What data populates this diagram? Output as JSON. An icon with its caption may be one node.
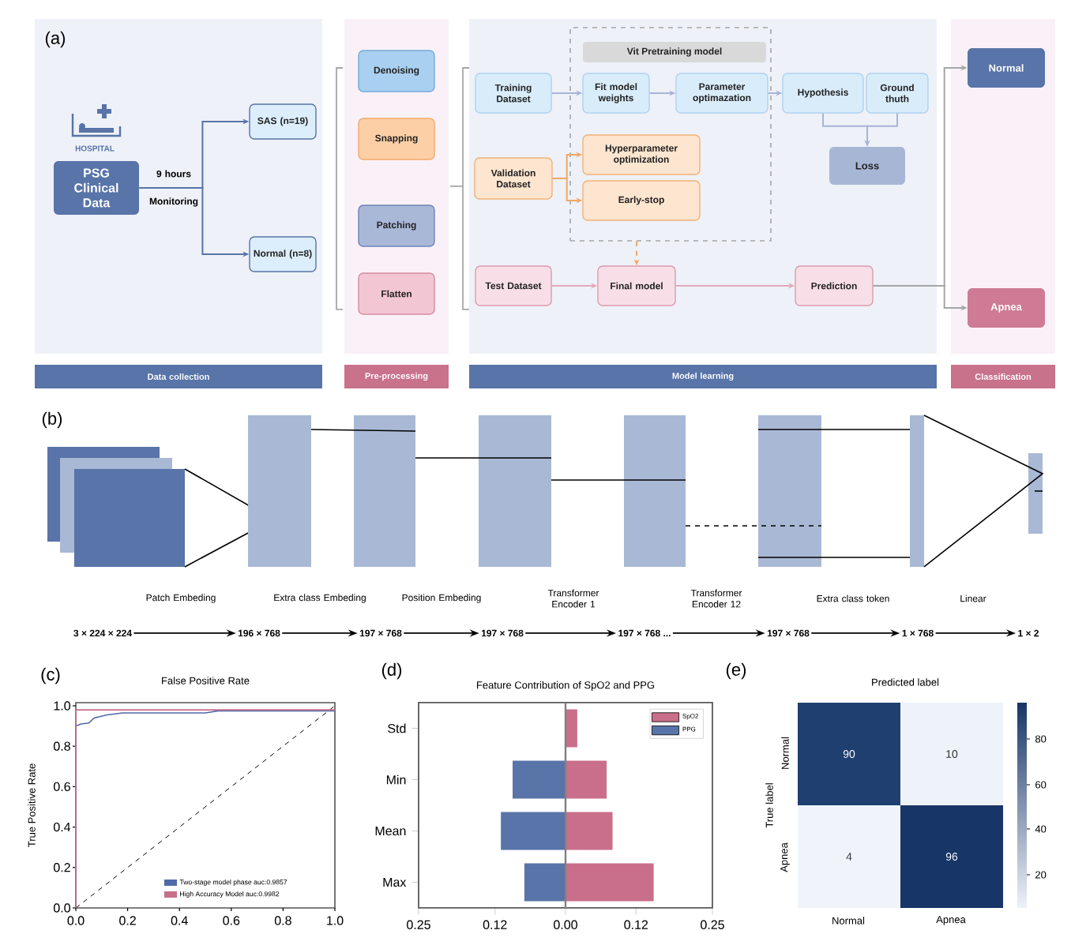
{
  "diagram": {
    "nodes": [
      {
        "text": [
          "PSG Clinical Data"
        ]
      },
      {
        "text": [
          "SAS (n=19)"
        ]
      },
      {
        "text": [
          "Normal (n=8)"
        ]
      },
      {
        "text": [
          "Denoising"
        ]
      },
      {
        "text": [
          "Snapping"
        ]
      },
      {
        "text": [
          "Patching"
        ]
      },
      {
        "text": [
          "Flatten"
        ]
      },
      {
        "text": [
          "Vit Pretraining model"
        ]
      },
      {
        "text": [
          "Training Dataset"
        ]
      },
      {
        "text": [
          "Fit model weights"
        ],
        "in": 7
      },
      {
        "text": [
          "Parameter optimazation"
        ],
        "in": 7
      },
      {
        "text": [
          "Hypothesis"
        ]
      },
      {
        "text": [
          "Ground thuth"
        ]
      },
      {
        "text": [
          "Validation Dataset"
        ]
      },
      {
        "text": [
          "Hyperparameter optimization"
        ],
        "in": 7
      },
      {
        "text": [
          "Loss"
        ]
      },
      {
        "text": [
          "Early-stop"
        ],
        "in": 7
      },
      {
        "text": [
          "Test Dataset"
        ]
      },
      {
        "text": [
          "Final model"
        ]
      },
      {
        "text": [
          "Prediction"
        ]
      },
      {
        "text": [
          "Normal"
        ]
      },
      {
        "text": [
          "Apnea"
        ]
      },
      {
        "text": [
          "Data collection"
        ]
      },
      {
        "text": [
          "Pre-processing"
        ]
      },
      {
        "text": [
          "Model learning"
        ]
      },
      {
        "text": [
          "Classification"
        ]
      },
      {
        "text": [
          "3 × 224 × 224"
        ]
      },
      {
        "text": [
          "196 × 768"
        ]
      },
      {
        "text": [
          "197 × 768"
        ]
      },
      {
        "text": [
          "197 × 768"
        ]
      },
      {
        "text": [
          "197 × 768 ..."
        ]
      },
      {
        "text": [
          "197 × 768"
        ]
      },
      {
        "text": [
          "1 × 768"
        ]
      },
      {
        "text": [
          "1 × 2"
        ]
      }
    ],
    "edges": [
      {
        "from": 0,
        "to": 1,
        "arrow": "to",
        "label": "9 hours",
        "color": "#5874a8"
      },
      {
        "from": 0,
        "to": 2,
        "arrow": "to",
        "label": "Monitoring",
        "color": "#5874a8"
      },
      {
        "from": 8,
        "to": 9,
        "arrow": "to",
        "color": "#a8b3d8"
      },
      {
        "from": 9,
        "to": 10,
        "arrow": "to",
        "color": "#a8b3d8"
      },
      {
        "from": 10,
        "to": 11,
        "arrow": "to",
        "color": "#a8b3d8"
      },
      {
        "from": 11,
        "to": 15,
        "arrow": "to",
        "color": "#a8b3d8"
      },
      {
        "from": 12,
        "to": 15,
        "arrow": "to",
        "color": "#a8b3d8"
      },
      {
        "from": 13,
        "to": 14,
        "arrow": "to",
        "color": "#f2a766"
      },
      {
        "from": 13,
        "to": 16,
        "arrow": "to",
        "color": "#f2a766"
      },
      {
        "from": 7,
        "to": 18,
        "arrow": "to",
        "style": "dashed",
        "color": "#f2a766"
      },
      {
        "from": 17,
        "to": 18,
        "arrow": "to",
        "color": "#e3a9ba"
      },
      {
        "from": 18,
        "to": 19,
        "arrow": "to",
        "color": "#e3a9ba"
      },
      {
        "from": 19,
        "to": 20,
        "arrow": "to",
        "color": "#a6a6a6"
      },
      {
        "from": 19,
        "to": 21,
        "arrow": "to",
        "color": "#a6a6a6"
      },
      {
        "from": 26,
        "to": 27,
        "arrow": "to",
        "label": "Patch Embeding"
      },
      {
        "from": 27,
        "to": 28,
        "arrow": "to",
        "label": "Extra class Embeding"
      },
      {
        "from": 28,
        "to": 29,
        "arrow": "to",
        "label": "Position Embeding"
      },
      {
        "from": 29,
        "to": 30,
        "arrow": "to",
        "label": "Transformer Encoder 1"
      },
      {
        "from": 30,
        "to": 31,
        "arrow": "to",
        "label": "Transformer Encoder 12"
      },
      {
        "from": 31,
        "to": 32,
        "arrow": "to",
        "label": "Extra class token"
      },
      {
        "from": 32,
        "to": 33,
        "arrow": "to",
        "label": "Linear"
      }
    ],
    "labels": [
      "(a)",
      "HOSPITAL",
      "(b)",
      "(c)",
      "False Positive Rate",
      "1.0",
      "0.8",
      "0.6",
      "0.4",
      "0.2",
      "0.0",
      "True Positive Rate",
      "0.0",
      "0.2",
      "0.4",
      "0.6",
      "0.8",
      "1.0",
      "(d)",
      "(e)",
      "Predicted label",
      "Normal",
      "90",
      "10",
      "80",
      "60",
      "True label",
      "40",
      "Apnea",
      "4",
      "96",
      "20",
      "Normal",
      "Apnea"
    ],
    "legend": [
      {
        "text": "Two-stage model phase auc:0.9857",
        "color": "#4f6aa8"
      },
      {
        "text": "High Accuracy Model auc:0.9982",
        "color": "#c86f8a"
      }
    ],
    "chart_data": {
      "type": "bar",
      "orientation": "horizontal",
      "title": "Feature Contribution of SpO2 and PPG",
      "categories": [
        "Std",
        "Min",
        "Mean",
        "Max"
      ],
      "series": [
        {
          "name": "SpO2",
          "color": "#c96f8b",
          "values": [
            0.02,
            0.07,
            0.08,
            0.15
          ]
        },
        {
          "name": "PPG",
          "color": "#5874a8",
          "values": [
            null,
            -0.09,
            -0.11,
            -0.07
          ]
        }
      ],
      "stacked": true,
      "legend": true,
      "xlim": [
        -0.25,
        0.25
      ],
      "xticks": [
        {
          "value": -0.25,
          "label": "0.25"
        },
        {
          "value": -0.12,
          "label": "0.12"
        },
        {
          "value": 0,
          "label": "0.00"
        },
        {
          "value": 0.12,
          "label": "0.12"
        },
        {
          "value": 0.25,
          "label": "0.25"
        }
      ]
    }
  }
}
